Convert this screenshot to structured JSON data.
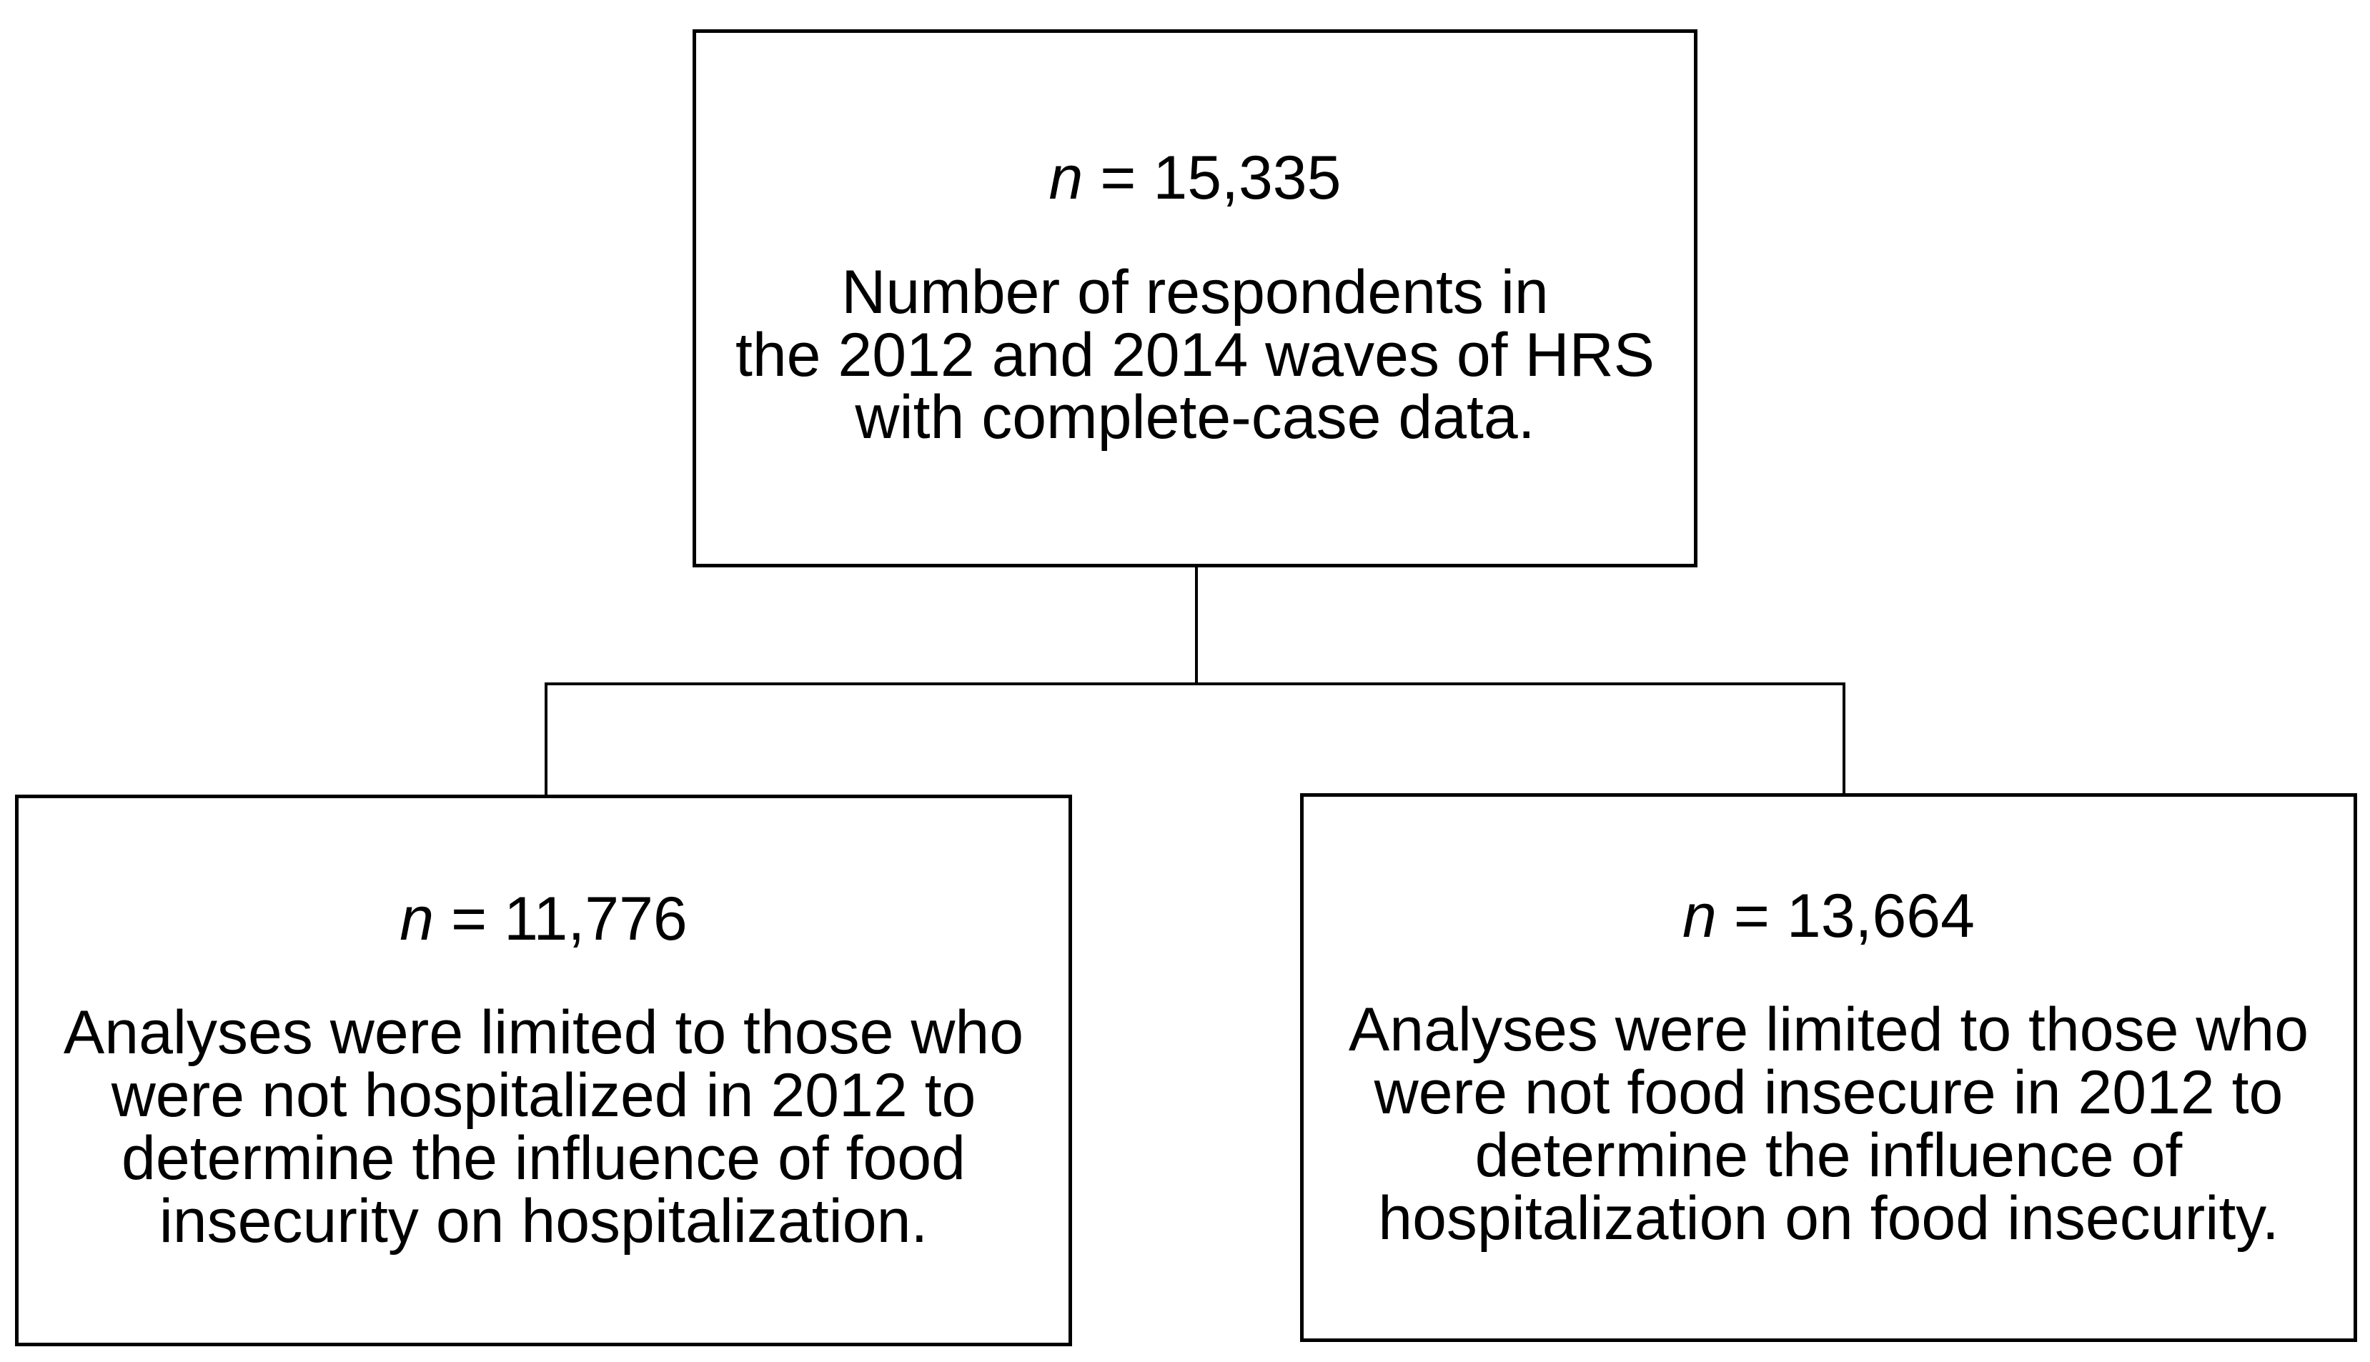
{
  "figure": {
    "background_color": "#ffffff",
    "line_color": "#000000",
    "type": "study-flow-diagram"
  },
  "boxes": {
    "top": {
      "n_italic": "n",
      "n_rest": " = 15,335",
      "description": "Number of respondents in\nthe 2012 and 2014 waves of HRS\nwith complete-case data."
    },
    "left": {
      "n_italic": "n",
      "n_rest": " = 11,776",
      "description": "Analyses were limited to those who\nwere not hospitalized in 2012 to\ndetermine the influence of food\ninsecurity on hospitalization."
    },
    "right": {
      "n_italic": "n",
      "n_rest": " = 13,664",
      "description": "Analyses were limited to those who\nwere not food insecure in 2012 to\ndetermine the influence of\nhospitalization on food insecurity."
    }
  }
}
